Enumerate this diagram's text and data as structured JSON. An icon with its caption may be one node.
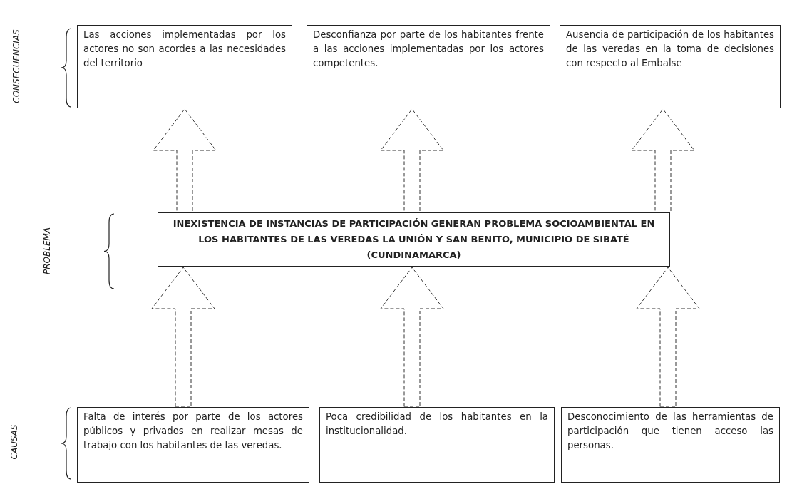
{
  "diagram": {
    "nodes": [
      {
        "text": [
          "Las acciones implementadas por los actores no son acordes a las necesidades del territorio"
        ]
      },
      {
        "text": [
          "Desconfianza por parte de los habitantes frente a las acciones implementadas por los actores competentes."
        ]
      },
      {
        "text": [
          "Ausencia de participación de los habitantes de las veredas en la toma de decisiones con respecto al Embalse"
        ]
      },
      {
        "text": [
          "INEXISTENCIA DE INSTANCIAS DE PARTICIPACIÓN GENERAN PROBLEMA SOCIOAMBIENTAL EN LOS HABITANTES DE LAS VEREDAS LA UNIÓN Y SAN BENITO, MUNICIPIO DE SIBATÉ (CUNDINAMARCA)"
        ]
      },
      {
        "text": [
          "Falta de interés por parte de los actores públicos y privados en realizar mesas de trabajo con los habitantes de las veredas."
        ]
      },
      {
        "text": [
          "Poca credibilidad de los habitantes en la institucionalidad."
        ]
      },
      {
        "text": [
          "Desconocimiento de las herramientas de participación que tienen acceso las personas."
        ]
      }
    ],
    "edges": [
      {
        "from": 3,
        "to": 0,
        "arrow": "to",
        "style": "dashed"
      },
      {
        "from": 3,
        "to": 1,
        "arrow": "to",
        "style": "dashed"
      },
      {
        "from": 3,
        "to": 2,
        "arrow": "to",
        "style": "dashed"
      },
      {
        "from": 4,
        "to": 3,
        "arrow": "to",
        "style": "dashed"
      },
      {
        "from": 5,
        "to": 3,
        "arrow": "to",
        "style": "dashed"
      },
      {
        "from": 6,
        "to": 3,
        "arrow": "to",
        "style": "dashed"
      }
    ],
    "labels": [
      "CONSECUENCIAS",
      "PROBLEMA",
      "CAUSAS"
    ]
  }
}
